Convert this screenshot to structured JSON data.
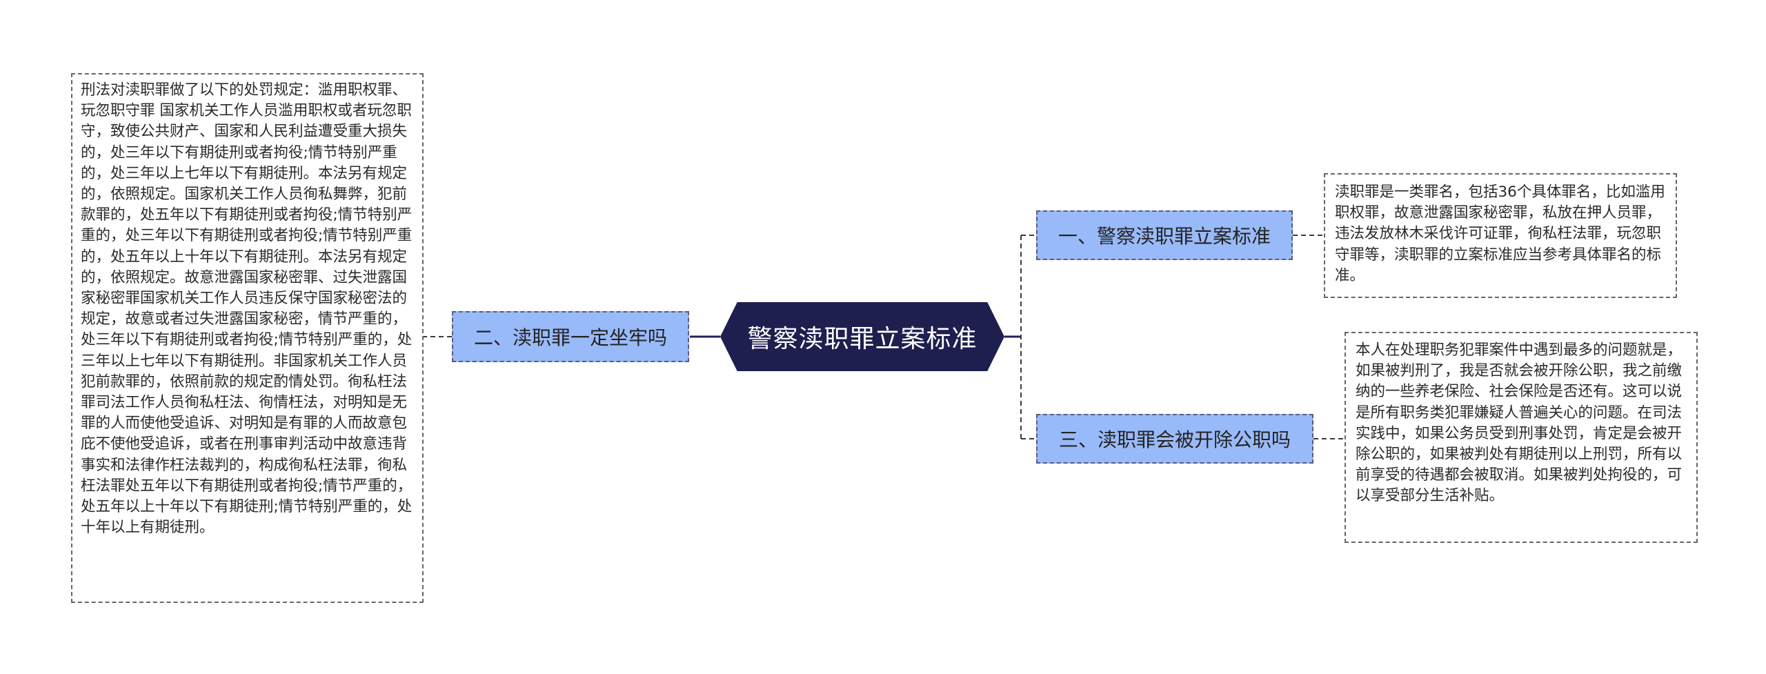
{
  "mindmap": {
    "central": {
      "title": "警察渎职罪立案标准"
    },
    "branches": [
      {
        "label": "一、警察渎职罪立案标准",
        "note": "渎职罪是一类罪名，包括36个具体罪名，比如滥用职权罪，故意泄露国家秘密罪，私放在押人员罪，违法发放林木采伐许可证罪，徇私枉法罪，玩忽职守罪等，渎职罪的立案标准应当参考具体罪名的标准。"
      },
      {
        "label": "二、渎职罪一定坐牢吗",
        "note": "刑法对渎职罪做了以下的处罚规定：滥用职权罪、玩忽职守罪 国家机关工作人员滥用职权或者玩忽职守，致使公共财产、国家和人民利益遭受重大损失的，处三年以下有期徒刑或者拘役;情节特别严重的，处三年以上七年以下有期徒刑。本法另有规定的，依照规定。国家机关工作人员徇私舞弊，犯前款罪的，处五年以下有期徒刑或者拘役;情节特别严重的，处三年以下有期徒刑或者拘役;情节特别严重的，处五年以上十年以下有期徒刑。本法另有规定的，依照规定。故意泄露国家秘密罪、过失泄露国家秘密罪国家机关工作人员违反保守国家秘密法的规定，故意或者过失泄露国家秘密，情节严重的，处三年以下有期徒刑或者拘役;情节特别严重的，处三年以上七年以下有期徒刑。非国家机关工作人员犯前款罪的，依照前款的规定酌情处罚。徇私枉法罪司法工作人员徇私枉法、徇情枉法，对明知是无罪的人而使他受追诉、对明知是有罪的人而故意包庇不使他受追诉，或者在刑事审判活动中故意违背事实和法律作枉法裁判的，构成徇私枉法罪，徇私枉法罪处五年以下有期徒刑或者拘役;情节严重的，处五年以上十年以下有期徒刑;情节特别严重的，处十年以上有期徒刑。"
      },
      {
        "label": "三、渎职罪会被开除公职吗",
        "note": "本人在处理职务犯罪案件中遇到最多的问题就是，如果被判刑了，我是否就会被开除公职，我之前缴纳的一些养老保险、社会保险是否还有。这可以说是所有职务类犯罪嫌疑人普遍关心的问题。在司法实践中，如果公务员受到刑事处罚，肯定是会被开除公职的，如果被判处有期徒刑以上刑罚，所有以前享受的待遇都会被取消。如果被判处拘役的，可以享受部分生活补贴。"
      }
    ],
    "colors": {
      "central_fill": "#1e1e4f",
      "central_text": "#ffffff",
      "branch_fill": "#99baf9",
      "branch_border": "#5b5b7a",
      "note_border": "#666666",
      "connector": "#1f1f5c"
    }
  }
}
